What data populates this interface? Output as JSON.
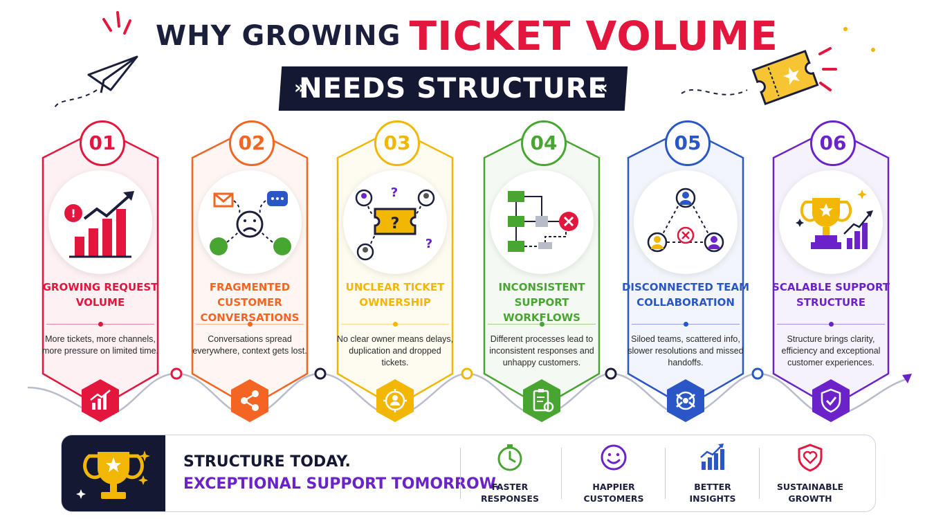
{
  "title": {
    "line1_part1": "WHY GROWING",
    "line1_part2": "TICKET VOLUME",
    "line2": "NEEDS STRUCTURE"
  },
  "cards": [
    {
      "number": "01",
      "title": "GROWING REQUEST VOLUME",
      "desc": "More tickets, more channels, more pressure on limited time.",
      "color": "#e3173e",
      "icon": "growth-chart-icon",
      "illustration": "rising-bar-chart-alert-icon"
    },
    {
      "number": "02",
      "title": "FRAGMENTED CUSTOMER CONVERSATIONS",
      "desc": "Conversations spread everywhere, context gets lost.",
      "color": "#f26522",
      "icon": "share-network-icon",
      "illustration": "scattered-channels-sad-face-icon"
    },
    {
      "number": "03",
      "title": "UNCLEAR TICKET OWNERSHIP",
      "desc": "No clear owner means delays, duplication and dropped tickets.",
      "color": "#f2b705",
      "icon": "target-user-icon",
      "illustration": "question-ticket-users-icon"
    },
    {
      "number": "04",
      "title": "INCONSISTENT SUPPORT WORKFLOWS",
      "desc": "Different processes lead to inconsistent responses and unhappy customers.",
      "color": "#49a532",
      "icon": "clipboard-gear-icon",
      "illustration": "broken-workflow-icon"
    },
    {
      "number": "05",
      "title": "DISCONNECTED TEAM COLLABORATION",
      "desc": "Siloed teams, scattered info, slower resolutions and missed handoffs.",
      "color": "#2b56c6",
      "icon": "team-hands-icon",
      "illustration": "disconnected-team-icon"
    },
    {
      "number": "06",
      "title": "SCALABLE SUPPORT STRUCTURE",
      "desc": "Structure brings clarity, efficiency and exceptional customer experiences.",
      "color": "#6b23c9",
      "icon": "shield-check-icon",
      "illustration": "trophy-growth-icon"
    }
  ],
  "footer": {
    "line1": "STRUCTURE TODAY.",
    "line2": "EXCEPTIONAL SUPPORT TOMORROW.",
    "icon": "trophy-icon",
    "benefits": [
      {
        "label1": "FASTER",
        "label2": "RESPONSES",
        "icon": "clock-icon",
        "color": "#49a532"
      },
      {
        "label1": "HAPPIER",
        "label2": "CUSTOMERS",
        "icon": "smiley-icon",
        "color": "#6b23c9"
      },
      {
        "label1": "BETTER",
        "label2": "INSIGHTS",
        "icon": "bar-chart-icon",
        "color": "#2b56c6"
      },
      {
        "label1": "SUSTAINABLE",
        "label2": "GROWTH",
        "icon": "shield-heart-icon",
        "color": "#e3173e"
      }
    ]
  }
}
